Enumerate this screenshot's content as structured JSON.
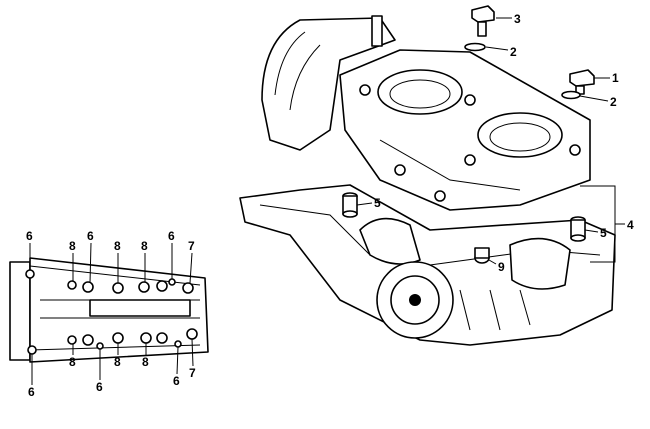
{
  "diagram": {
    "callouts": {
      "c1": "1",
      "c2a": "2",
      "c2b": "2",
      "c3": "3",
      "c4": "4",
      "c5a": "5",
      "c5b": "5",
      "c9": "9",
      "t6a": "6",
      "t8a": "8",
      "t6b": "6",
      "t8b": "8",
      "t8c": "8",
      "t6c": "6",
      "t7a": "7",
      "b8a": "8",
      "b6a": "6",
      "b8b": "8",
      "b8c": "8",
      "b6b": "6",
      "b7a": "7",
      "b6c": "6"
    }
  }
}
